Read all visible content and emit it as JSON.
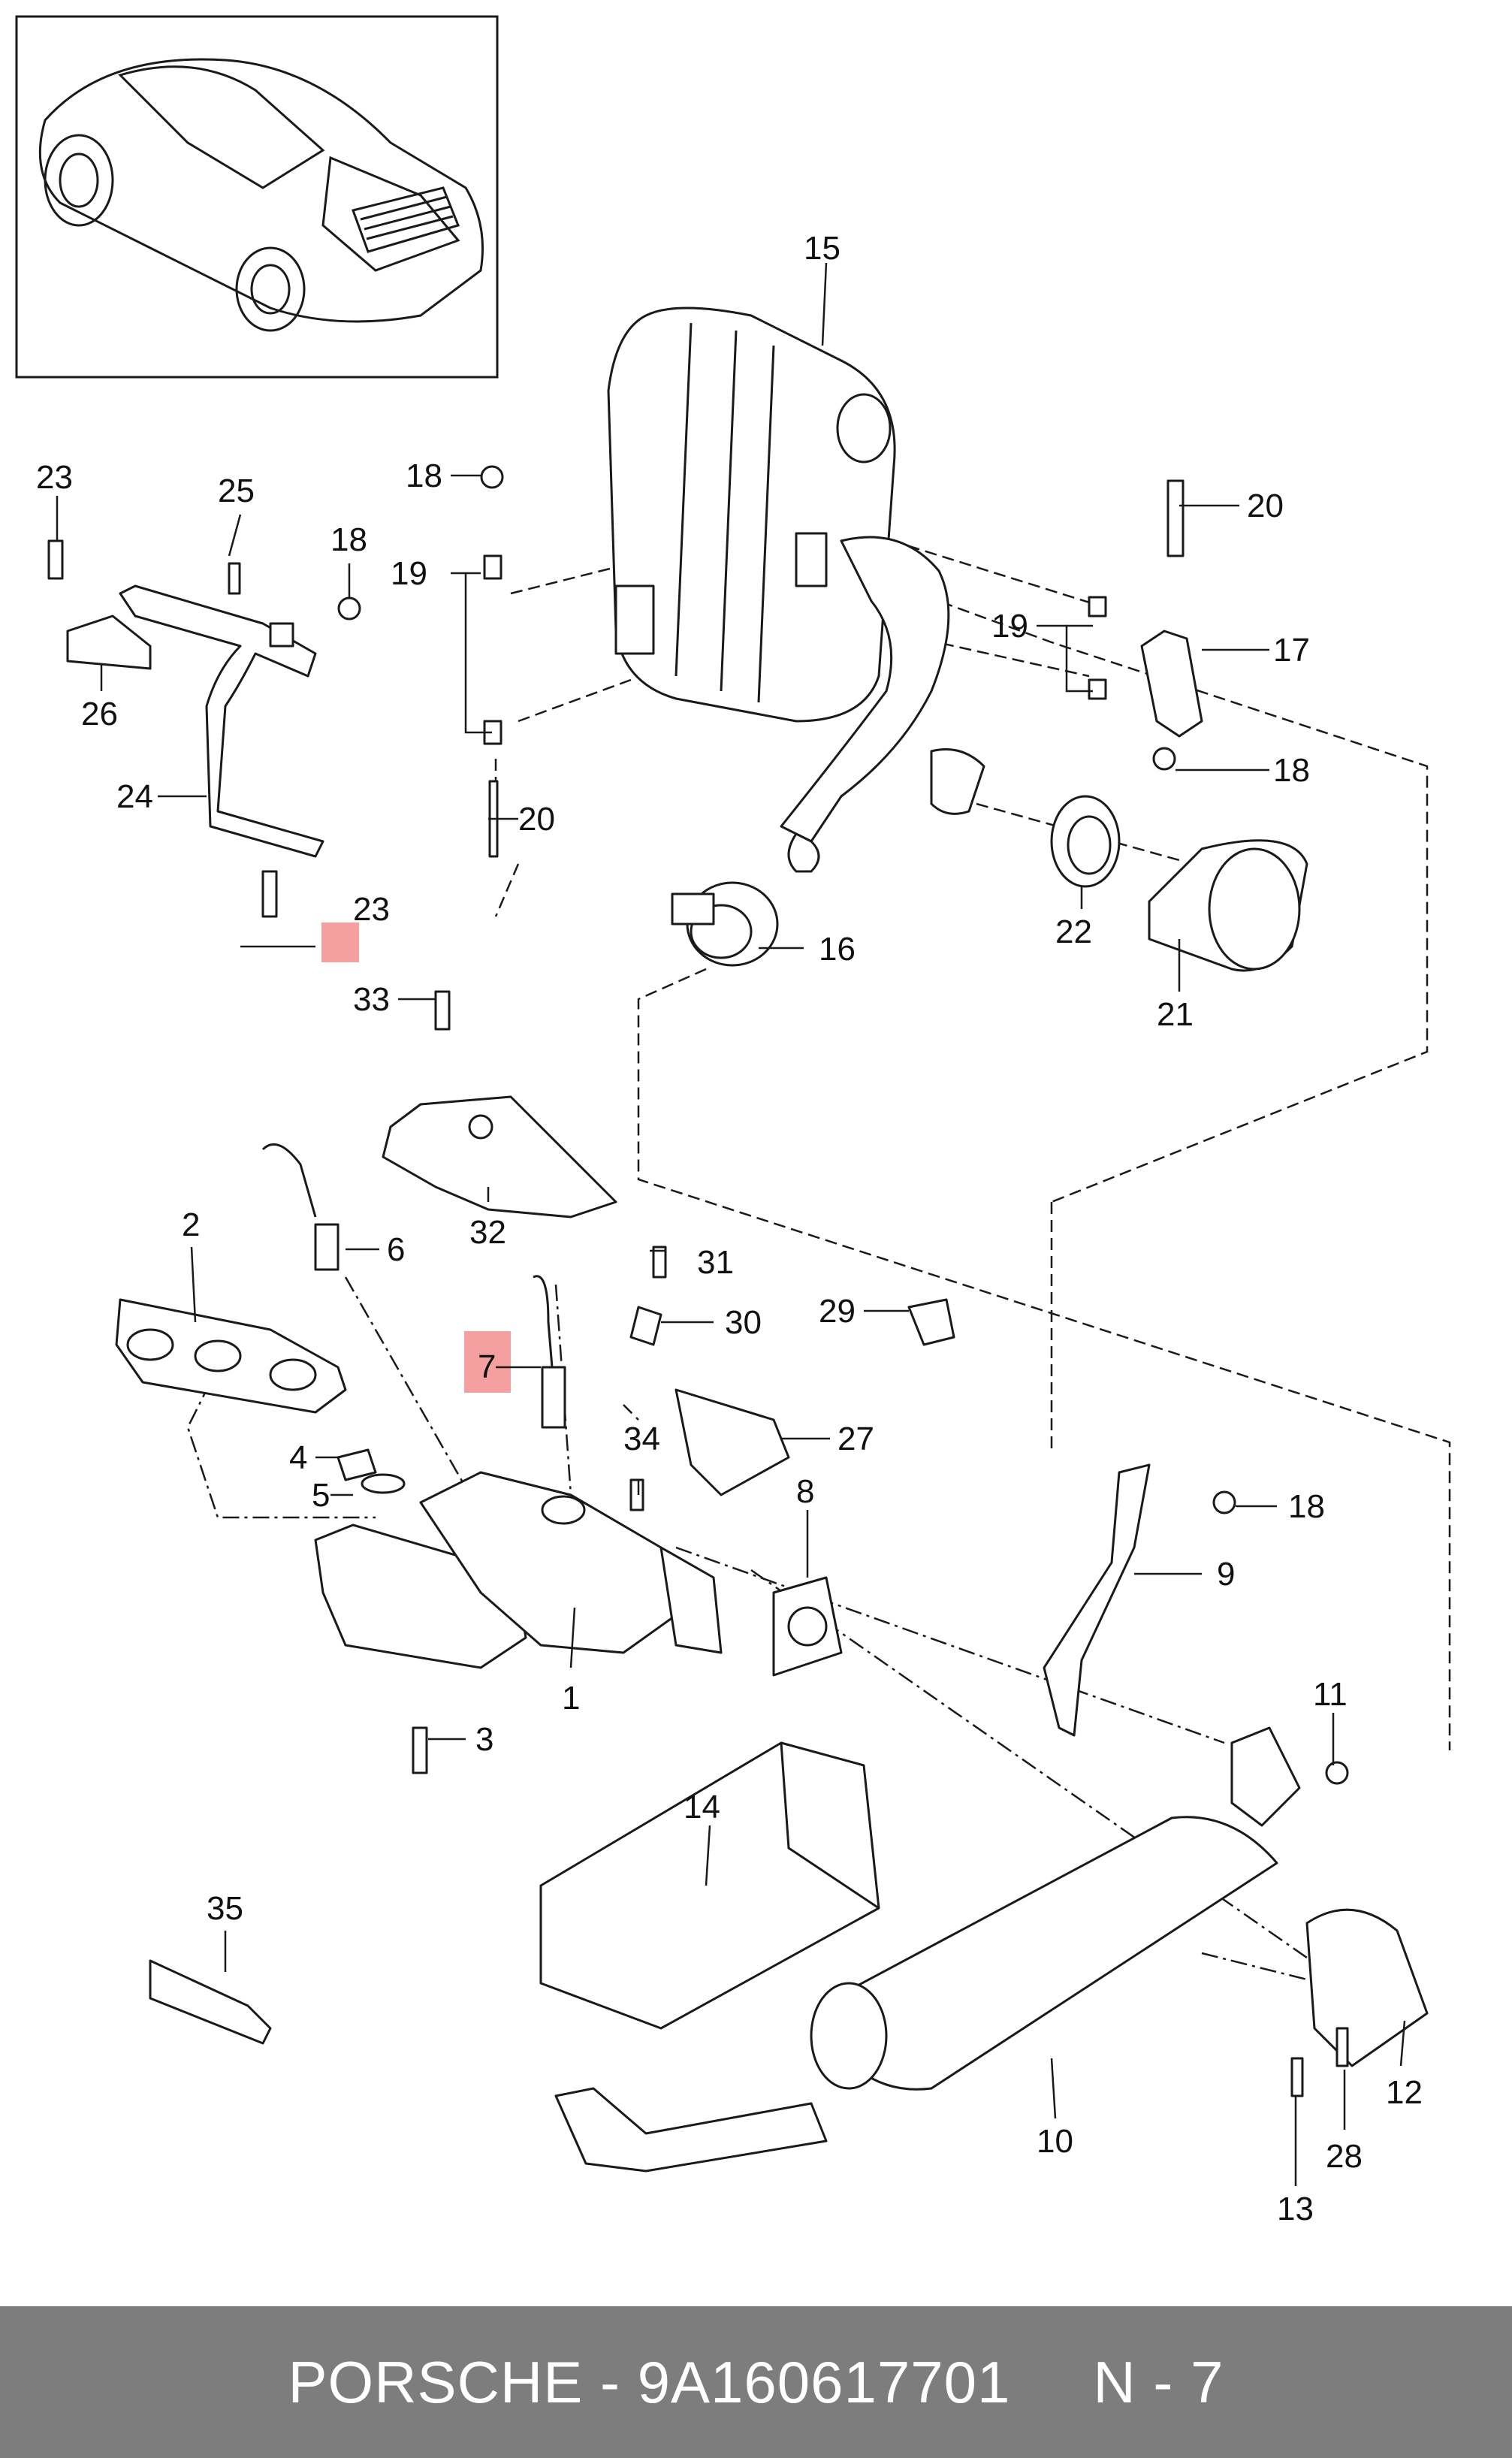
{
  "footer": {
    "brand": "PORSCHE",
    "separator1": "-",
    "part_number": "9A160617701",
    "position": "N - 7"
  },
  "highlight_color": "#f4a0a0",
  "highlighted_parts": [
    "7",
    "23"
  ],
  "callouts": {
    "c1": "1",
    "c2": "2",
    "c3": "3",
    "c4": "4",
    "c5": "5",
    "c6": "6",
    "c7": "7",
    "c8": "8",
    "c9": "9",
    "c10": "10",
    "c11": "11",
    "c12": "12",
    "c13": "13",
    "c14": "14",
    "c15": "15",
    "c16": "16",
    "c17": "17",
    "c18a": "18",
    "c18b": "18",
    "c18c": "18",
    "c18d": "18",
    "c19a": "19",
    "c19b": "19",
    "c20a": "20",
    "c20b": "20",
    "c21": "21",
    "c22": "22",
    "c23a": "23",
    "c23b": "23",
    "c24": "24",
    "c25": "25",
    "c26": "26",
    "c27": "27",
    "c28": "28",
    "c29": "29",
    "c30": "30",
    "c31": "31",
    "c32": "32",
    "c33": "33",
    "c34": "34",
    "c35": "35"
  }
}
